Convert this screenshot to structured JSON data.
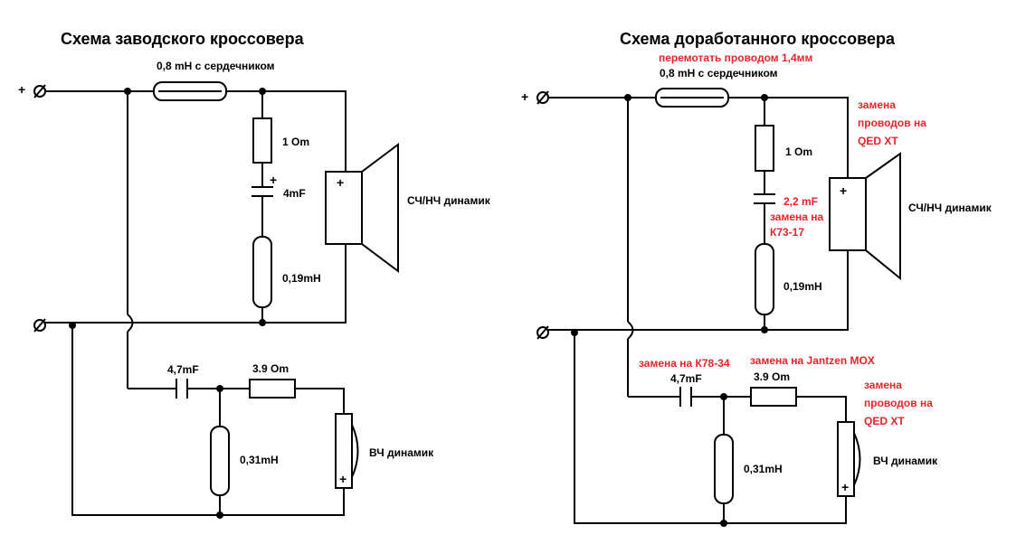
{
  "left": {
    "title": "Схема заводского кроссовера",
    "inductor_main": "0,8 mH с сердечником",
    "resistor_1": "1 Om",
    "cap_main": "4mF",
    "inductor_2": "0,19mH",
    "speaker_mid": "СЧ/НЧ динамик",
    "cap_hf": "4,7mF",
    "resistor_hf": "3.9 Om",
    "inductor_hf": "0,31mH",
    "speaker_hf": "ВЧ динамик"
  },
  "right": {
    "title": "Схема доработанного кроссовера",
    "note_rewind": "перемотать проводом 1,4мм",
    "inductor_main": "0,8 mH с сердечником",
    "resistor_1": "1 Om",
    "cap_main": "2,2 mF",
    "cap_main_note_1": "замена на",
    "cap_main_note_2": "К73-17",
    "inductor_2": "0,19mH",
    "speaker_mid": "СЧ/НЧ динамик",
    "wire_note_mid_1": "замена",
    "wire_note_mid_2": "проводов на",
    "wire_note_mid_3": "QED XT",
    "cap_hf_note": "замена на К78-34",
    "resistor_hf_note": "замена на Jantzen MOX",
    "cap_hf": "4,7mF",
    "resistor_hf": "3.9 Om",
    "inductor_hf": "0,31mH",
    "speaker_hf": "ВЧ динамик",
    "wire_note_hf_1": "замена",
    "wire_note_hf_2": "проводов на",
    "wire_note_hf_3": "QED XT"
  },
  "symbols": {
    "plus": "+",
    "terminal": "∅"
  },
  "colors": {
    "note": "#e8232a",
    "line": "#000000"
  }
}
